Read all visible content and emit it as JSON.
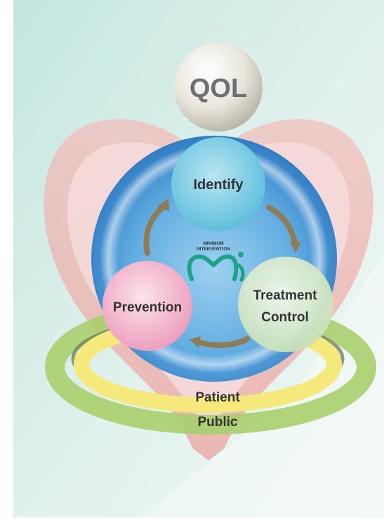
{
  "top": {
    "label": "QOL"
  },
  "cycle": {
    "identify": "Identify",
    "prevention": "Prevention",
    "treatment_line1": "Treatment",
    "treatment_line2": "Control"
  },
  "logo": {
    "line1": "MINIMUM",
    "line2": "INTERVENTION",
    "mark": "mi"
  },
  "ring": {
    "patient": "Patient",
    "public": "Public"
  },
  "colors": {
    "background": "#d4ebe4",
    "heart": "#efa5a2",
    "blue_circle": "#4f9fd8",
    "identify": "#74cbe2",
    "prevention": "#f1b7cd",
    "treatment": "#d5e8cc",
    "outer_ring": "#9cc85a",
    "inner_ring": "#f4e97a",
    "logo": "#1fa386"
  }
}
